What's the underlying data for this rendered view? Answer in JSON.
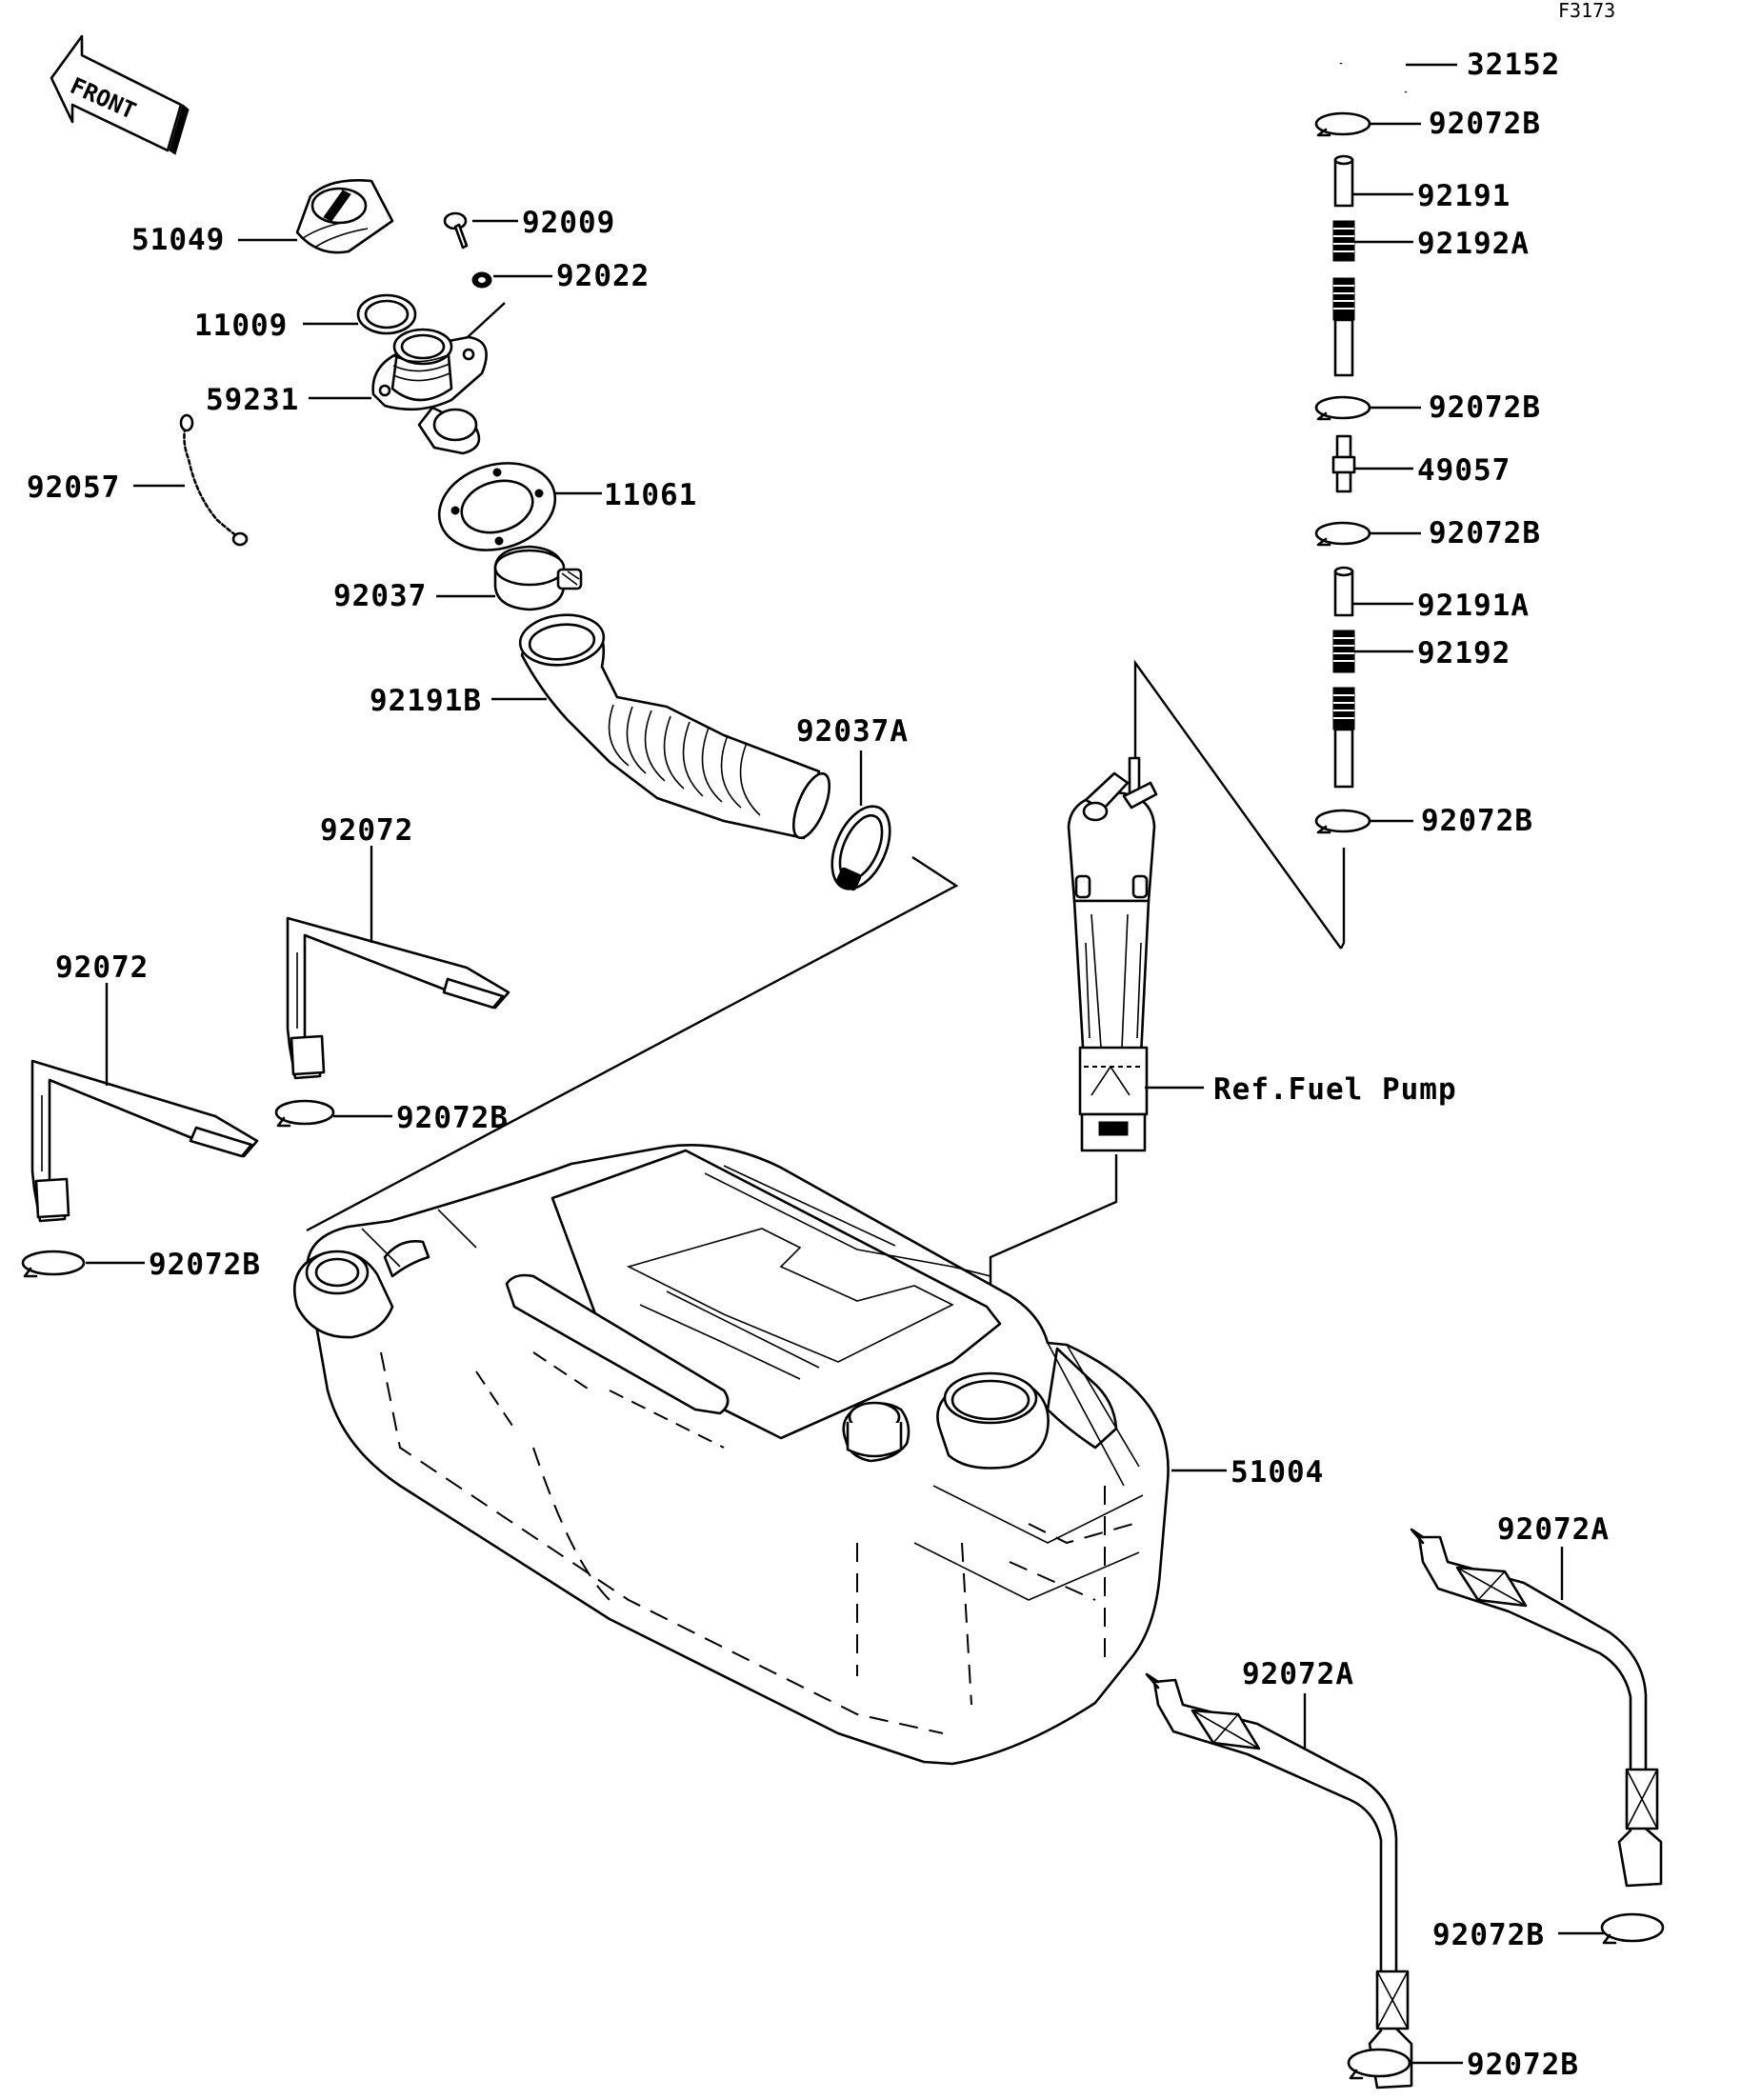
{
  "diagram": {
    "code": "F3173",
    "front_label": "FRONT",
    "ref_label": "Ref.Fuel Pump",
    "labels": {
      "p32152": "32152",
      "p92072b_1": "92072B",
      "p92191": "92191",
      "p92192a": "92192A",
      "p92072b_2": "92072B",
      "p49057": "49057",
      "p92072b_3": "92072B",
      "p92191a": "92191A",
      "p92192": "92192",
      "p92072b_4": "92072B",
      "p51049": "51049",
      "p92009": "92009",
      "p92022": "92022",
      "p11009": "11009",
      "p59231": "59231",
      "p92057": "92057",
      "p11061": "11061",
      "p92037": "92037",
      "p92191b": "92191B",
      "p92037a": "92037A",
      "p92072_1": "92072",
      "p92072_2": "92072",
      "p92072b_5": "92072B",
      "p92072b_6": "92072B",
      "p51004": "51004",
      "p92072a_1": "92072A",
      "p92072a_2": "92072A",
      "p92072b_7": "92072B",
      "p92072b_8": "92072B"
    }
  }
}
